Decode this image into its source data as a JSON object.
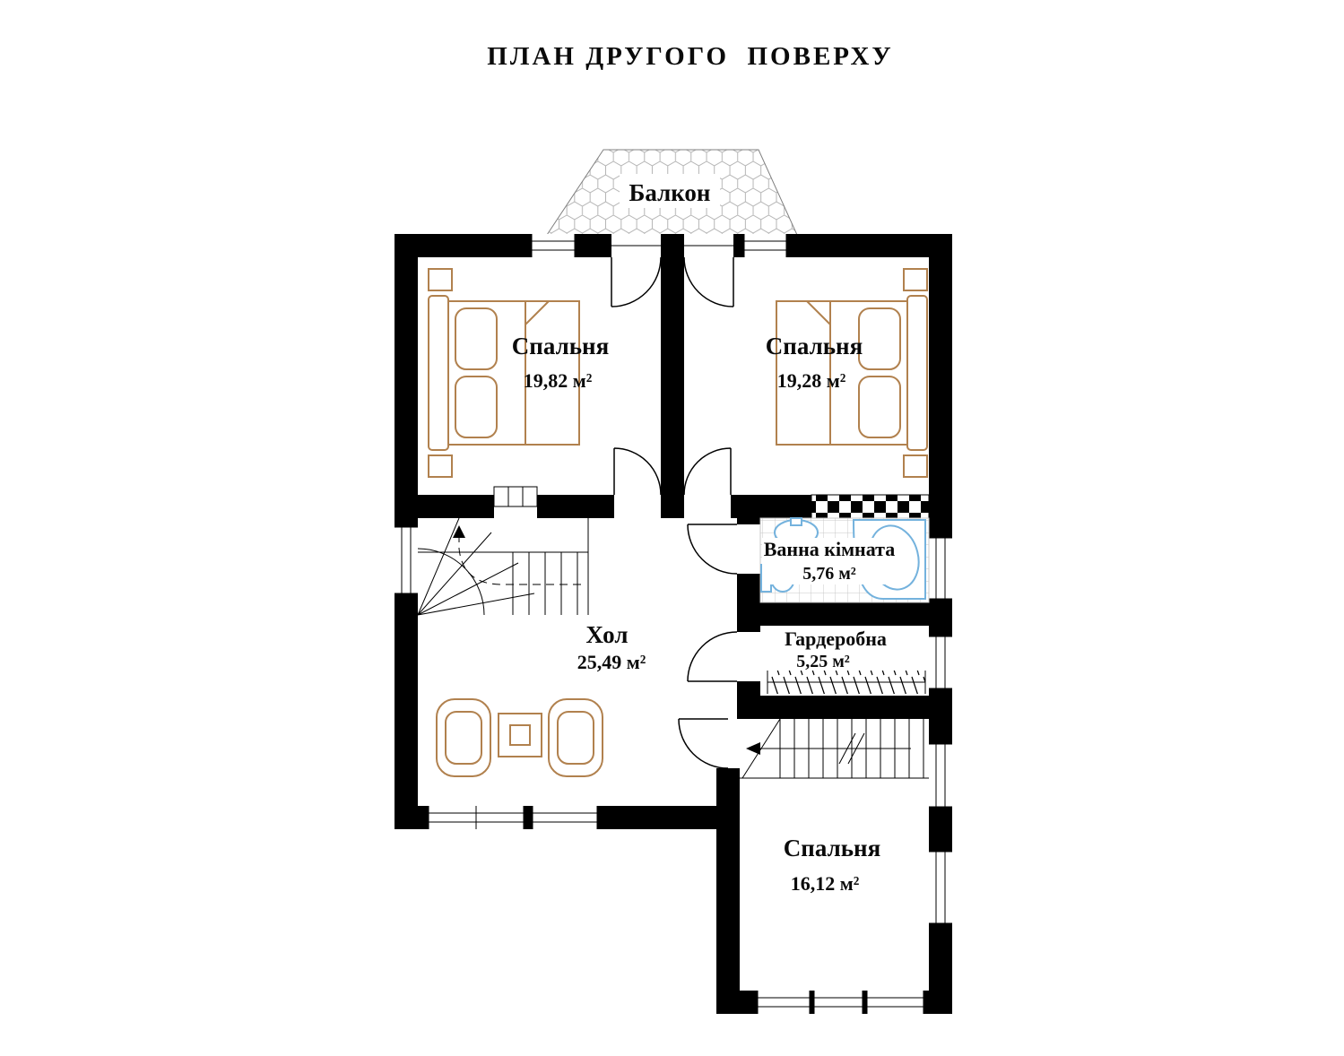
{
  "title": "ПЛАН ДРУГОГО  ПОВЕРХУ",
  "rooms": {
    "balcony": {
      "name": "Балкон"
    },
    "bedroom_top_left": {
      "name": "Спальня",
      "area": "19,82 м²"
    },
    "bedroom_top_right": {
      "name": "Спальня",
      "area": "19,28 м²"
    },
    "bathroom": {
      "name": "Ванна кімната",
      "area": "5,76 м²"
    },
    "wardrobe": {
      "name": "Гардеробна",
      "area": "5,25 м²"
    },
    "hall": {
      "name": "Хол",
      "area": "25,49 м²"
    },
    "bedroom_bottom": {
      "name": "Спальня",
      "area": "16,12 м²"
    }
  },
  "colors": {
    "wall": "#000000",
    "furniture_outline": "#b1814e",
    "plumbing_outline": "#74b2dd",
    "tile_grid": "#c9c9c9",
    "balcony_hatch": "#b5b5b5",
    "background": "#ffffff"
  }
}
